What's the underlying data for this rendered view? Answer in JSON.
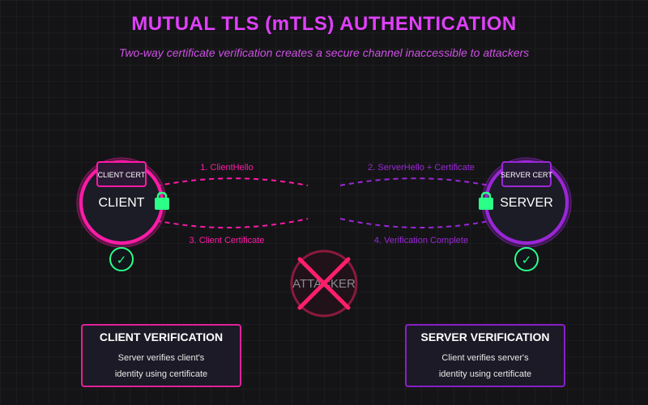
{
  "title": "MUTUAL TLS (mTLS) AUTHENTICATION",
  "subtitle": "Two-way certificate verification creates a secure channel inaccessible to attackers",
  "colors": {
    "client_accent": "#ff1aa8",
    "server_accent": "#9b27d8",
    "lock": "#2bff88",
    "attacker": "#ff1f6a",
    "title": "#e040fb"
  },
  "client": {
    "label": "CLIENT",
    "cert_label": "CLIENT CERT",
    "lock_icon": "lock-icon",
    "check_icon": "check-icon",
    "check_glyph": "✓"
  },
  "server": {
    "label": "SERVER",
    "cert_label": "SERVER CERT",
    "lock_icon": "lock-icon",
    "check_icon": "check-icon",
    "check_glyph": "✓"
  },
  "steps": [
    "1. ClientHello",
    "2. ServerHello + Certificate",
    "3. Client Certificate",
    "4. Verification Complete"
  ],
  "attacker": {
    "label": "ATTACKER",
    "icon": "blocked-x-icon"
  },
  "cards": {
    "client": {
      "title": "CLIENT VERIFICATION",
      "line1": "Server verifies client's",
      "line2": "identity using certificate"
    },
    "server": {
      "title": "SERVER VERIFICATION",
      "line1": "Client verifies server's",
      "line2": "identity using certificate"
    }
  }
}
